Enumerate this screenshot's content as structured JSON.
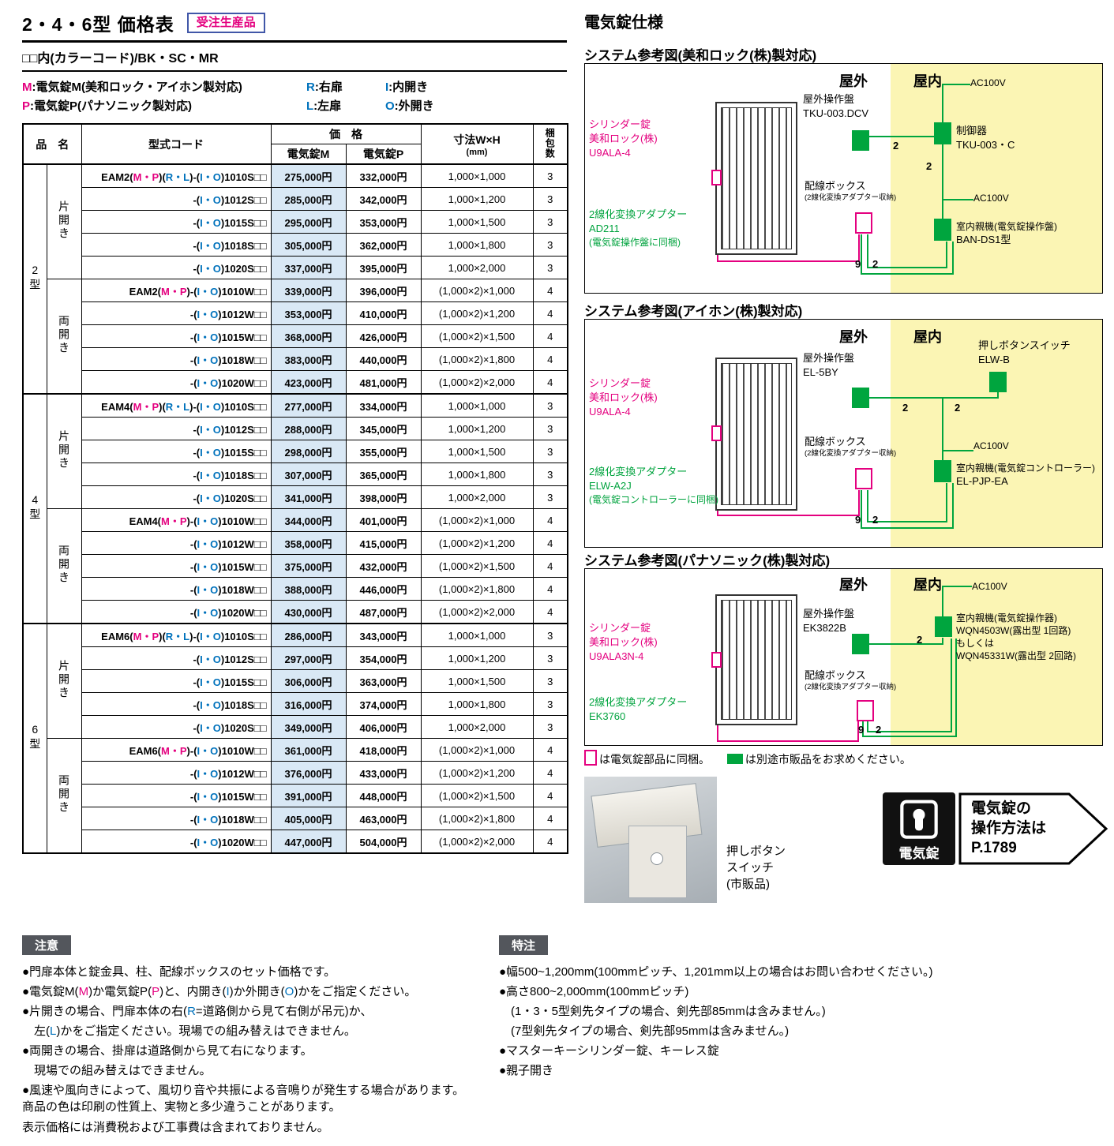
{
  "header": {
    "title": "2・4・6型 価格表",
    "order_badge": "受注生産品",
    "color_code_note": "□□内(カラーコード)/BK・SC・MR",
    "legend_rows": [
      [
        {
          "key": "M",
          "c": "m",
          "text": ":電気錠M(美和ロック・アイホン製対応)"
        },
        {
          "key": "R",
          "c": "b",
          "text": ":右扉"
        },
        {
          "key": "I",
          "c": "b",
          "text": ":内開き"
        }
      ],
      [
        {
          "key": "P",
          "c": "m",
          "text": ":電気錠P(パナソニック製対応)"
        },
        {
          "key": "L",
          "c": "b",
          "text": ":左扉"
        },
        {
          "key": "O",
          "c": "b",
          "text": ":外開き"
        }
      ]
    ]
  },
  "price_table": {
    "headers": {
      "name": "品　名",
      "code": "型式コード",
      "price": "価　格",
      "price_m": "電気錠M",
      "price_p": "電気錠P",
      "size": "寸法W×H",
      "size_unit": "(mm)",
      "pack": "梱包数"
    },
    "groups": [
      {
        "series": "2型",
        "subgroups": [
          {
            "opening": "片開き",
            "rows": [
              {
                "code": "EAM2(M・P)(R・L)-(I・O)1010S□□",
                "price_m": "275,000円",
                "price_p": "332,000円",
                "size": "1,000×1,000",
                "pack": "3"
              },
              {
                "code": "-(I・O)1012S□□",
                "price_m": "285,000円",
                "price_p": "342,000円",
                "size": "1,000×1,200",
                "pack": "3"
              },
              {
                "code": "-(I・O)1015S□□",
                "price_m": "295,000円",
                "price_p": "353,000円",
                "size": "1,000×1,500",
                "pack": "3"
              },
              {
                "code": "-(I・O)1018S□□",
                "price_m": "305,000円",
                "price_p": "362,000円",
                "size": "1,000×1,800",
                "pack": "3"
              },
              {
                "code": "-(I・O)1020S□□",
                "price_m": "337,000円",
                "price_p": "395,000円",
                "size": "1,000×2,000",
                "pack": "3"
              }
            ]
          },
          {
            "opening": "両開き",
            "rows": [
              {
                "code": "EAM2(M・P)-(I・O)1010W□□",
                "price_m": "339,000円",
                "price_p": "396,000円",
                "size": "(1,000×2)×1,000",
                "pack": "4"
              },
              {
                "code": "-(I・O)1012W□□",
                "price_m": "353,000円",
                "price_p": "410,000円",
                "size": "(1,000×2)×1,200",
                "pack": "4"
              },
              {
                "code": "-(I・O)1015W□□",
                "price_m": "368,000円",
                "price_p": "426,000円",
                "size": "(1,000×2)×1,500",
                "pack": "4"
              },
              {
                "code": "-(I・O)1018W□□",
                "price_m": "383,000円",
                "price_p": "440,000円",
                "size": "(1,000×2)×1,800",
                "pack": "4"
              },
              {
                "code": "-(I・O)1020W□□",
                "price_m": "423,000円",
                "price_p": "481,000円",
                "size": "(1,000×2)×2,000",
                "pack": "4"
              }
            ]
          }
        ]
      },
      {
        "series": "4型",
        "subgroups": [
          {
            "opening": "片開き",
            "rows": [
              {
                "code": "EAM4(M・P)(R・L)-(I・O)1010S□□",
                "price_m": "277,000円",
                "price_p": "334,000円",
                "size": "1,000×1,000",
                "pack": "3"
              },
              {
                "code": "-(I・O)1012S□□",
                "price_m": "288,000円",
                "price_p": "345,000円",
                "size": "1,000×1,200",
                "pack": "3"
              },
              {
                "code": "-(I・O)1015S□□",
                "price_m": "298,000円",
                "price_p": "355,000円",
                "size": "1,000×1,500",
                "pack": "3"
              },
              {
                "code": "-(I・O)1018S□□",
                "price_m": "307,000円",
                "price_p": "365,000円",
                "size": "1,000×1,800",
                "pack": "3"
              },
              {
                "code": "-(I・O)1020S□□",
                "price_m": "341,000円",
                "price_p": "398,000円",
                "size": "1,000×2,000",
                "pack": "3"
              }
            ]
          },
          {
            "opening": "両開き",
            "rows": [
              {
                "code": "EAM4(M・P)-(I・O)1010W□□",
                "price_m": "344,000円",
                "price_p": "401,000円",
                "size": "(1,000×2)×1,000",
                "pack": "4"
              },
              {
                "code": "-(I・O)1012W□□",
                "price_m": "358,000円",
                "price_p": "415,000円",
                "size": "(1,000×2)×1,200",
                "pack": "4"
              },
              {
                "code": "-(I・O)1015W□□",
                "price_m": "375,000円",
                "price_p": "432,000円",
                "size": "(1,000×2)×1,500",
                "pack": "4"
              },
              {
                "code": "-(I・O)1018W□□",
                "price_m": "388,000円",
                "price_p": "446,000円",
                "size": "(1,000×2)×1,800",
                "pack": "4"
              },
              {
                "code": "-(I・O)1020W□□",
                "price_m": "430,000円",
                "price_p": "487,000円",
                "size": "(1,000×2)×2,000",
                "pack": "4"
              }
            ]
          }
        ]
      },
      {
        "series": "6型",
        "subgroups": [
          {
            "opening": "片開き",
            "rows": [
              {
                "code": "EAM6(M・P)(R・L)-(I・O)1010S□□",
                "price_m": "286,000円",
                "price_p": "343,000円",
                "size": "1,000×1,000",
                "pack": "3"
              },
              {
                "code": "-(I・O)1012S□□",
                "price_m": "297,000円",
                "price_p": "354,000円",
                "size": "1,000×1,200",
                "pack": "3"
              },
              {
                "code": "-(I・O)1015S□□",
                "price_m": "306,000円",
                "price_p": "363,000円",
                "size": "1,000×1,500",
                "pack": "3"
              },
              {
                "code": "-(I・O)1018S□□",
                "price_m": "316,000円",
                "price_p": "374,000円",
                "size": "1,000×1,800",
                "pack": "3"
              },
              {
                "code": "-(I・O)1020S□□",
                "price_m": "349,000円",
                "price_p": "406,000円",
                "size": "1,000×2,000",
                "pack": "3"
              }
            ]
          },
          {
            "opening": "両開き",
            "rows": [
              {
                "code": "EAM6(M・P)-(I・O)1010W□□",
                "price_m": "361,000円",
                "price_p": "418,000円",
                "size": "(1,000×2)×1,000",
                "pack": "4"
              },
              {
                "code": "-(I・O)1012W□□",
                "price_m": "376,000円",
                "price_p": "433,000円",
                "size": "(1,000×2)×1,200",
                "pack": "4"
              },
              {
                "code": "-(I・O)1015W□□",
                "price_m": "391,000円",
                "price_p": "448,000円",
                "size": "(1,000×2)×1,500",
                "pack": "4"
              },
              {
                "code": "-(I・O)1018W□□",
                "price_m": "405,000円",
                "price_p": "463,000円",
                "size": "(1,000×2)×1,800",
                "pack": "4"
              },
              {
                "code": "-(I・O)1020W□□",
                "price_m": "447,000円",
                "price_p": "504,000円",
                "size": "(1,000×2)×2,000",
                "pack": "4"
              }
            ]
          }
        ]
      }
    ]
  },
  "diagrams": {
    "section_title": "電気錠仕様",
    "shared": {
      "outdoor": "屋外",
      "indoor": "屋内",
      "cylinder_title": "シリンダー錠",
      "cylinder_maker": "美和ロック(株)",
      "adapter_title": "2線化変換アダプター",
      "panel_label": "屋外操作盤",
      "wiring_box": "配線ボックス",
      "wiring_box_sub": "(2線化変換アダプター収納)",
      "ac": "AC100V",
      "n2": "2",
      "n9": "9"
    },
    "miwa": {
      "title": "システム参考図(美和ロック(株)製対応)",
      "cylinder_model": "U9ALA-4",
      "adapter_model": "AD211",
      "adapter_note": "(電気錠操作盤に同梱)",
      "panel_model": "TKU-003.DCV",
      "controller": "制御器",
      "controller_model": "TKU-003・C",
      "indoor_unit": "室内親機(電気錠操作盤)",
      "indoor_unit_model": "BAN-DS1型"
    },
    "aiphone": {
      "title": "システム参考図(アイホン(株)製対応)",
      "cylinder_model": "U9ALA-4",
      "adapter_model": "ELW-A2J",
      "adapter_note": "(電気錠コントローラーに同梱)",
      "panel_model": "EL-5BY",
      "push_button": "押しボタンスイッチ",
      "push_button_model": "ELW-B",
      "indoor_unit": "室内親機(電気錠コントローラー)",
      "indoor_unit_model": "EL-PJP-EA"
    },
    "panasonic": {
      "title": "システム参考図(パナソニック(株)製対応)",
      "cylinder_model": "U9ALA3N-4",
      "adapter_model": "EK3760",
      "panel_model": "EK3822B",
      "indoor_unit": "室内親機(電気錠操作器)",
      "indoor_unit_model1": "WQN4503W(露出型 1回路)",
      "indoor_unit_or": "もしくは",
      "indoor_unit_model2": "WQN45331W(露出型 2回路)"
    },
    "legend_sealed": "は電気錠部品に同梱。",
    "legend_separate": "は別途市販品をお求めください。",
    "photo_caption": "押しボタン\nスイッチ\n(市販品)",
    "badge_label": "電気錠",
    "badge_text": "電気錠の\n操作方法は",
    "badge_page": "P.1789"
  },
  "notes": {
    "caution_label": "注意",
    "caution": [
      [
        {
          "t": "●門扉本体と錠金具、柱、配線ボックスのセット価格です。"
        }
      ],
      [
        {
          "t": "●電気錠M("
        },
        {
          "t": "M",
          "c": "m"
        },
        {
          "t": ")か電気錠P("
        },
        {
          "t": "P",
          "c": "m"
        },
        {
          "t": ")と、内開き("
        },
        {
          "t": "I",
          "c": "b"
        },
        {
          "t": ")か外開き("
        },
        {
          "t": "O",
          "c": "b"
        },
        {
          "t": ")かをご指定ください。"
        }
      ],
      [
        {
          "t": "●片開きの場合、門扉本体の右("
        },
        {
          "t": "R",
          "c": "b"
        },
        {
          "t": "=道路側から見て右側が吊元)か、"
        }
      ],
      [
        {
          "t": "　左("
        },
        {
          "t": "L",
          "c": "b"
        },
        {
          "t": ")かをご指定ください。現場での組み替えはできません。"
        }
      ],
      [
        {
          "t": "●両開きの場合、掛扉は道路側から見て右になります。"
        }
      ],
      [
        {
          "t": "　現場での組み替えはできません。"
        }
      ],
      [
        {
          "t": "●風速や風向きによって、風切り音や共振による音鳴りが発生する場合があります。"
        }
      ]
    ],
    "special_label": "特注",
    "special": [
      [
        {
          "t": "●幅500~1,200mm(100mmピッチ、1,201mm以上の場合はお問い合わせください。)"
        }
      ],
      [
        {
          "t": "●高さ800~2,000mm(100mmピッチ)"
        }
      ],
      [
        {
          "t": "　(1・3・5型剣先タイプの場合、剣先部85mmは含みません。)"
        }
      ],
      [
        {
          "t": "　(7型剣先タイプの場合、剣先部95mmは含みません。)"
        }
      ],
      [
        {
          "t": "●マスターキーシリンダー錠、キーレス錠"
        }
      ],
      [
        {
          "t": "●親子開き"
        }
      ]
    ],
    "disclaimer1": "商品の色は印刷の性質上、実物と多少違うことがあります。",
    "disclaimer2": "表示価格には消費税および工事費は含まれておりません。"
  },
  "colors": {
    "magenta": "#e4007f",
    "blue": "#0072bc",
    "green": "#00a53e",
    "indoor_yellow": "#fbf5b4",
    "price_m_column": "#d9e8f5"
  }
}
